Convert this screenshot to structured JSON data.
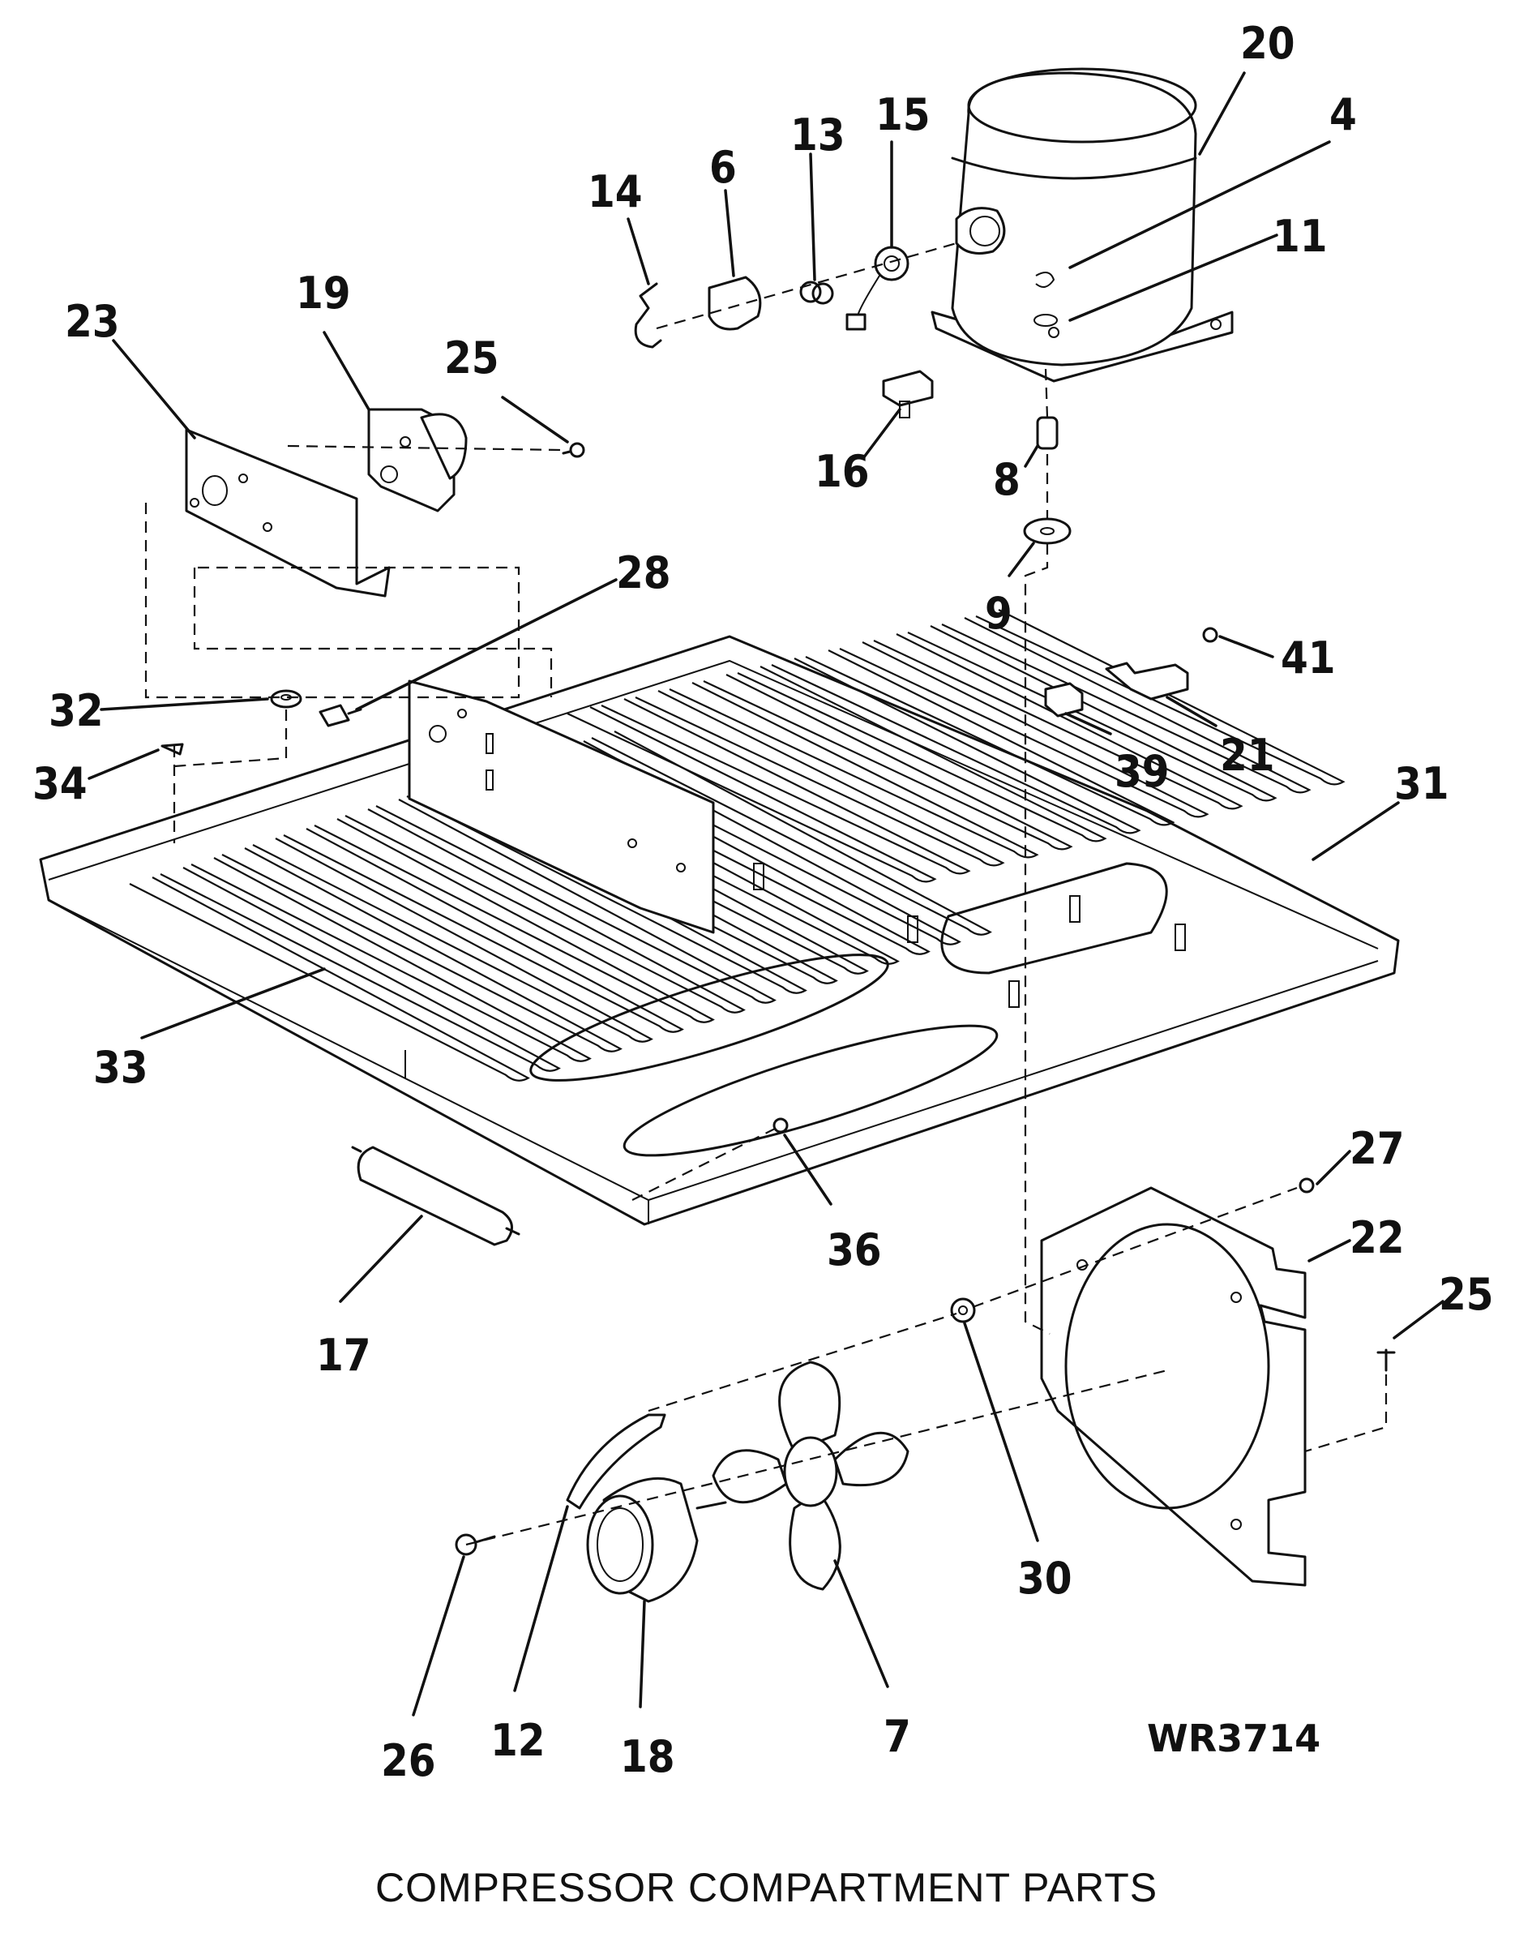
{
  "diagram": {
    "title": "COMPRESSOR COMPARTMENT PARTS",
    "code": "WR3714",
    "callouts": [
      {
        "id": "c20",
        "label": "20"
      },
      {
        "id": "c4",
        "label": "4"
      },
      {
        "id": "c11",
        "label": "11"
      },
      {
        "id": "c15",
        "label": "15"
      },
      {
        "id": "c13",
        "label": "13"
      },
      {
        "id": "c6",
        "label": "6"
      },
      {
        "id": "c14",
        "label": "14"
      },
      {
        "id": "c19",
        "label": "19"
      },
      {
        "id": "c23",
        "label": "23"
      },
      {
        "id": "c25a",
        "label": "25"
      },
      {
        "id": "c16",
        "label": "16"
      },
      {
        "id": "c8",
        "label": "8"
      },
      {
        "id": "c9",
        "label": "9"
      },
      {
        "id": "c28",
        "label": "28"
      },
      {
        "id": "c41",
        "label": "41"
      },
      {
        "id": "c32",
        "label": "32"
      },
      {
        "id": "c34",
        "label": "34"
      },
      {
        "id": "c39",
        "label": "39"
      },
      {
        "id": "c21",
        "label": "21"
      },
      {
        "id": "c31",
        "label": "31"
      },
      {
        "id": "c33",
        "label": "33"
      },
      {
        "id": "c36",
        "label": "36"
      },
      {
        "id": "c27",
        "label": "27"
      },
      {
        "id": "c22",
        "label": "22"
      },
      {
        "id": "c25b",
        "label": "25"
      },
      {
        "id": "c17",
        "label": "17"
      },
      {
        "id": "c30",
        "label": "30"
      },
      {
        "id": "c26",
        "label": "26"
      },
      {
        "id": "c12",
        "label": "12"
      },
      {
        "id": "c18",
        "label": "18"
      },
      {
        "id": "c7",
        "label": "7"
      }
    ]
  }
}
